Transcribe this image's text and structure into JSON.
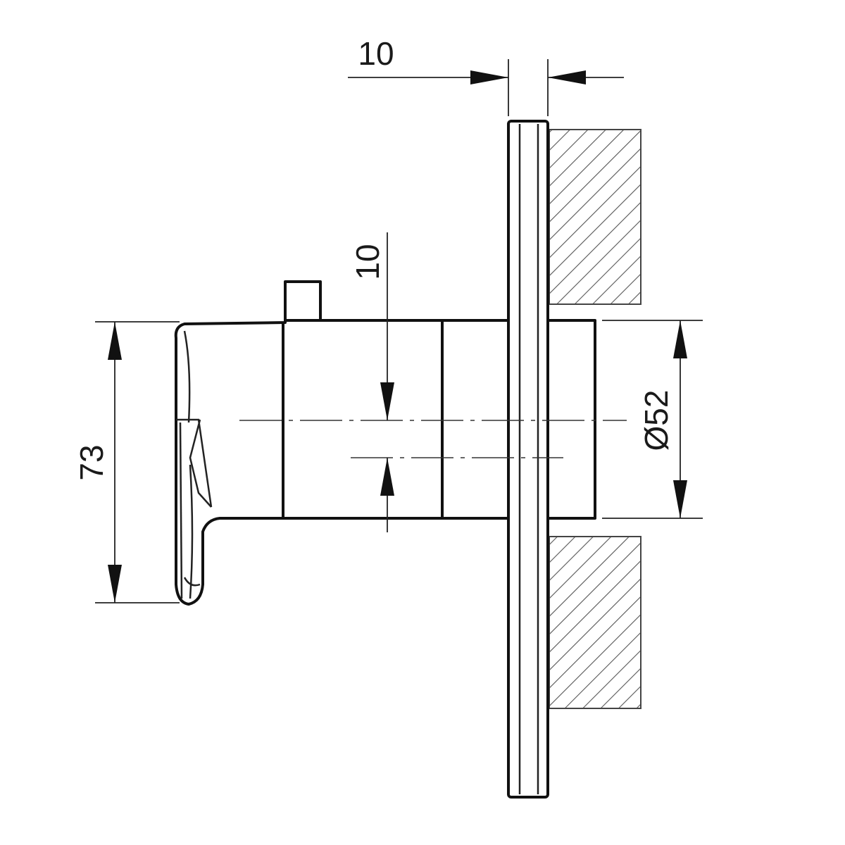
{
  "dimensions": {
    "plate_thickness": "10",
    "offset": "10",
    "height": "73",
    "diameter": "Ø52"
  },
  "colors": {
    "line": "#111111",
    "hatch": "#555555",
    "background": "#ffffff"
  }
}
